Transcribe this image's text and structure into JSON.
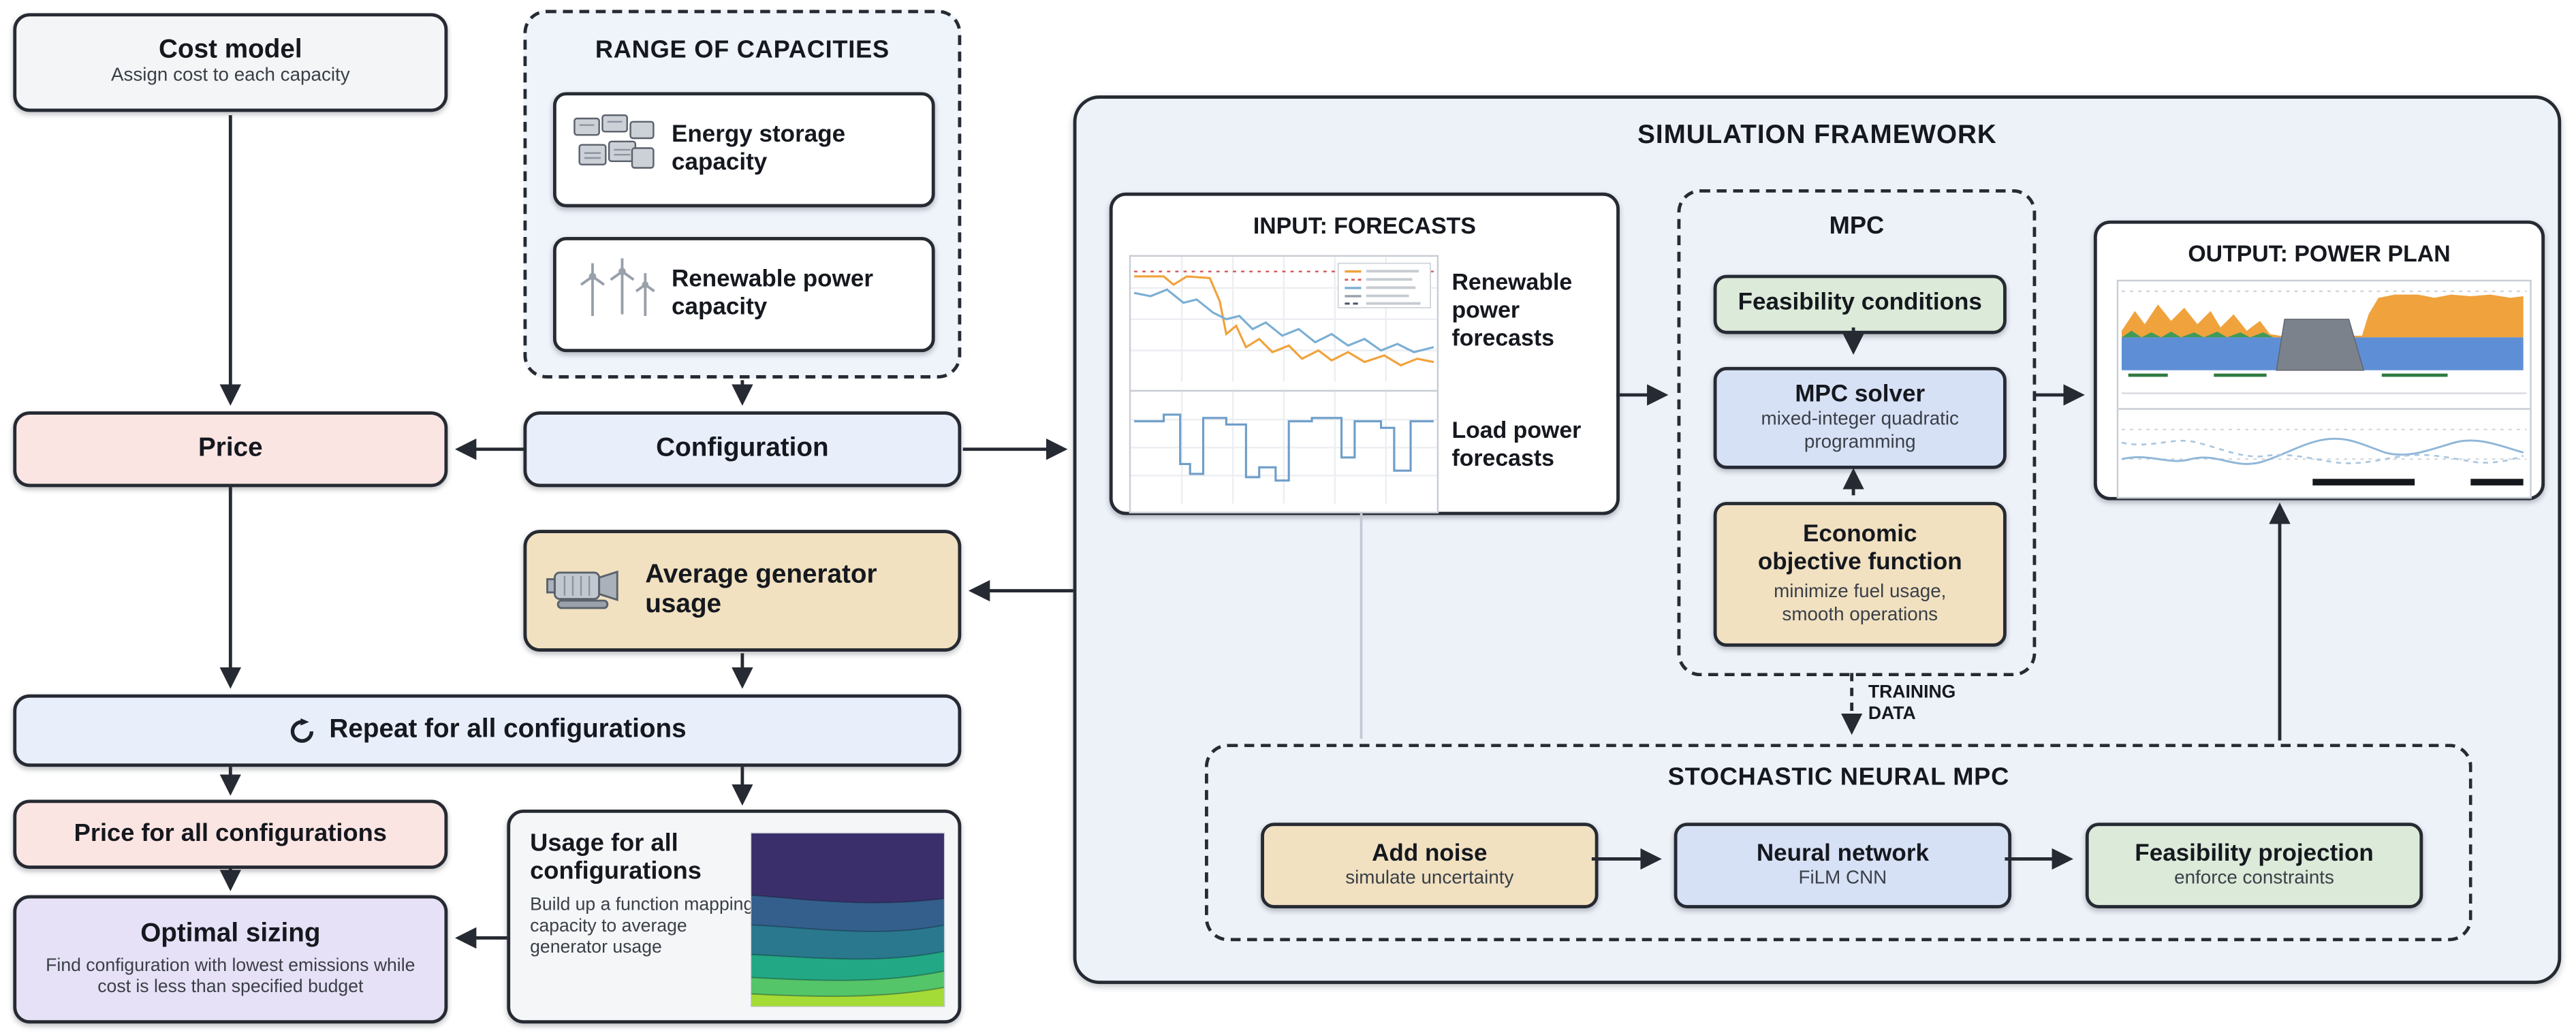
{
  "palette": {
    "ink": "#262a32",
    "pink": "#fbe5e3",
    "blue_light": "#e9eefb",
    "blue": "#d7e1f6",
    "tan": "#f1e1c1",
    "green": "#dcead9",
    "purple": "#e6e1f6",
    "panel": "#edf1f8",
    "card": "#f4f5f7",
    "orange_series": "#f0a23c",
    "blue_series": "#5e8fd6",
    "green_series": "#3f9b57"
  },
  "cost_model": {
    "title": "Cost model",
    "subtitle": "Assign cost to each capacity"
  },
  "range_of_capacities": {
    "title": "RANGE OF CAPACITIES",
    "items": [
      {
        "label": "Energy storage capacity",
        "icon": "storage-icon"
      },
      {
        "label": "Renewable power capacity",
        "icon": "wind-turbine-icon"
      }
    ]
  },
  "price": {
    "label": "Price"
  },
  "configuration": {
    "label": "Configuration"
  },
  "average_generator_usage": {
    "label": "Average generator usage",
    "icon": "generator-icon"
  },
  "repeat_all": {
    "label": "Repeat for all configurations",
    "icon": "repeat-icon"
  },
  "price_all": {
    "label": "Price for all configurations"
  },
  "usage_all": {
    "title": "Usage for all configurations",
    "subtitle": "Build up a function mapping capacity to average generator usage"
  },
  "optimal_sizing": {
    "title": "Optimal sizing",
    "subtitle": "Find configuration with lowest emissions while cost is less than specified budget"
  },
  "simulation_framework": {
    "title": "SIMULATION FRAMEWORK",
    "input_forecasts": {
      "title": "INPUT: FORECASTS",
      "renewable_label": "Renewable power forecasts",
      "load_label": "Load power forecasts"
    },
    "mpc": {
      "title": "MPC",
      "feasibility_label": "Feasibility conditions",
      "solver_title": "MPC solver",
      "solver_subtitle": "mixed-integer quadratic programming",
      "objective_title": "Economic objective function",
      "objective_subtitle": "minimize fuel usage, smooth operations"
    },
    "output": {
      "title": "OUTPUT: POWER PLAN"
    },
    "training_data_label": "TRAINING DATA",
    "stochastic": {
      "title": "STOCHASTIC NEURAL MPC",
      "add_noise": {
        "title": "Add noise",
        "subtitle": "simulate uncertainty"
      },
      "neural_network": {
        "title": "Neural network",
        "subtitle": "FiLM CNN"
      },
      "feasibility_projection": {
        "title": "Feasibility projection",
        "subtitle": "enforce constraints"
      }
    }
  }
}
